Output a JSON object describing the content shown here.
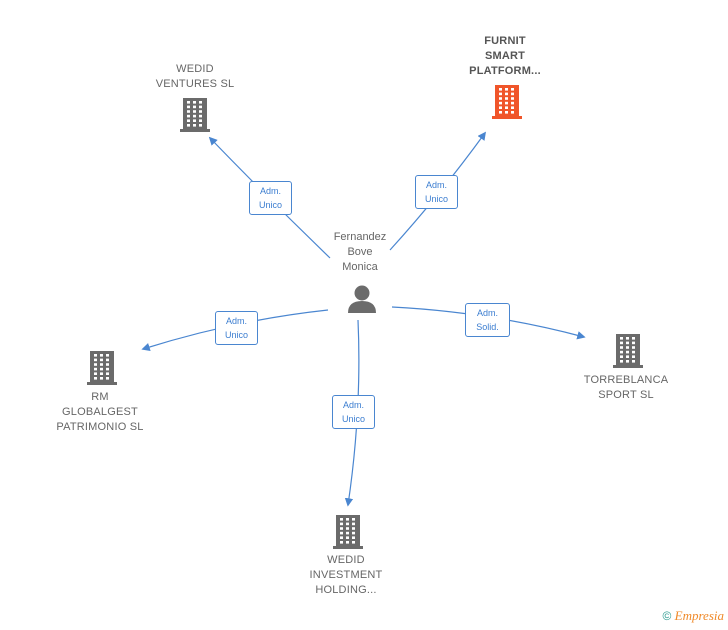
{
  "center": {
    "name": "Fernandez\nBove\nMonica"
  },
  "nodes": [
    {
      "id": "wedid-ventures",
      "label": "WEDID\nVENTURES  SL",
      "highlight": false
    },
    {
      "id": "furnit",
      "label": "FURNIT\nSMART\nPLATFORM...",
      "highlight": true
    },
    {
      "id": "rm-globalgest",
      "label": "RM\nGLOBALGEST\nPATRIMONIO SL",
      "highlight": false
    },
    {
      "id": "torreblanca",
      "label": "TORREBLANCA\nSPORT  SL",
      "highlight": false
    },
    {
      "id": "wedid-investment",
      "label": "WEDID\nINVESTMENT\nHOLDING...",
      "highlight": false
    }
  ],
  "edges": [
    {
      "to": "wedid-ventures",
      "label": "Adm.\nUnico"
    },
    {
      "to": "furnit",
      "label": "Adm.\nUnico"
    },
    {
      "to": "rm-globalgest",
      "label": "Adm.\nUnico"
    },
    {
      "to": "torreblanca",
      "label": "Adm.\nSolid."
    },
    {
      "to": "wedid-investment",
      "label": "Adm.\nUnico"
    }
  ],
  "colors": {
    "edge": "#4a86d0",
    "building": "#6b6b6b",
    "building_highlight": "#f0552a",
    "person": "#6b6b6b"
  },
  "footer": {
    "copyright": "©",
    "brand": "Empresia"
  }
}
